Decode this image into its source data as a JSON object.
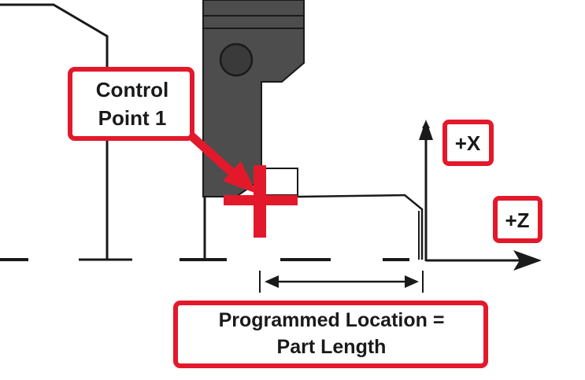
{
  "labels": {
    "control_point_line1": "Control",
    "control_point_line2": "Point 1",
    "plus_x": "+X",
    "plus_z": "+Z",
    "programmed_line1": "Programmed Location =",
    "programmed_line2": "Part Length"
  },
  "colors": {
    "accent_red": "#e3192b",
    "tool_gray": "#4d4d4d",
    "tool_dark": "#3a3a3a",
    "line_black": "#1a1a1a"
  }
}
